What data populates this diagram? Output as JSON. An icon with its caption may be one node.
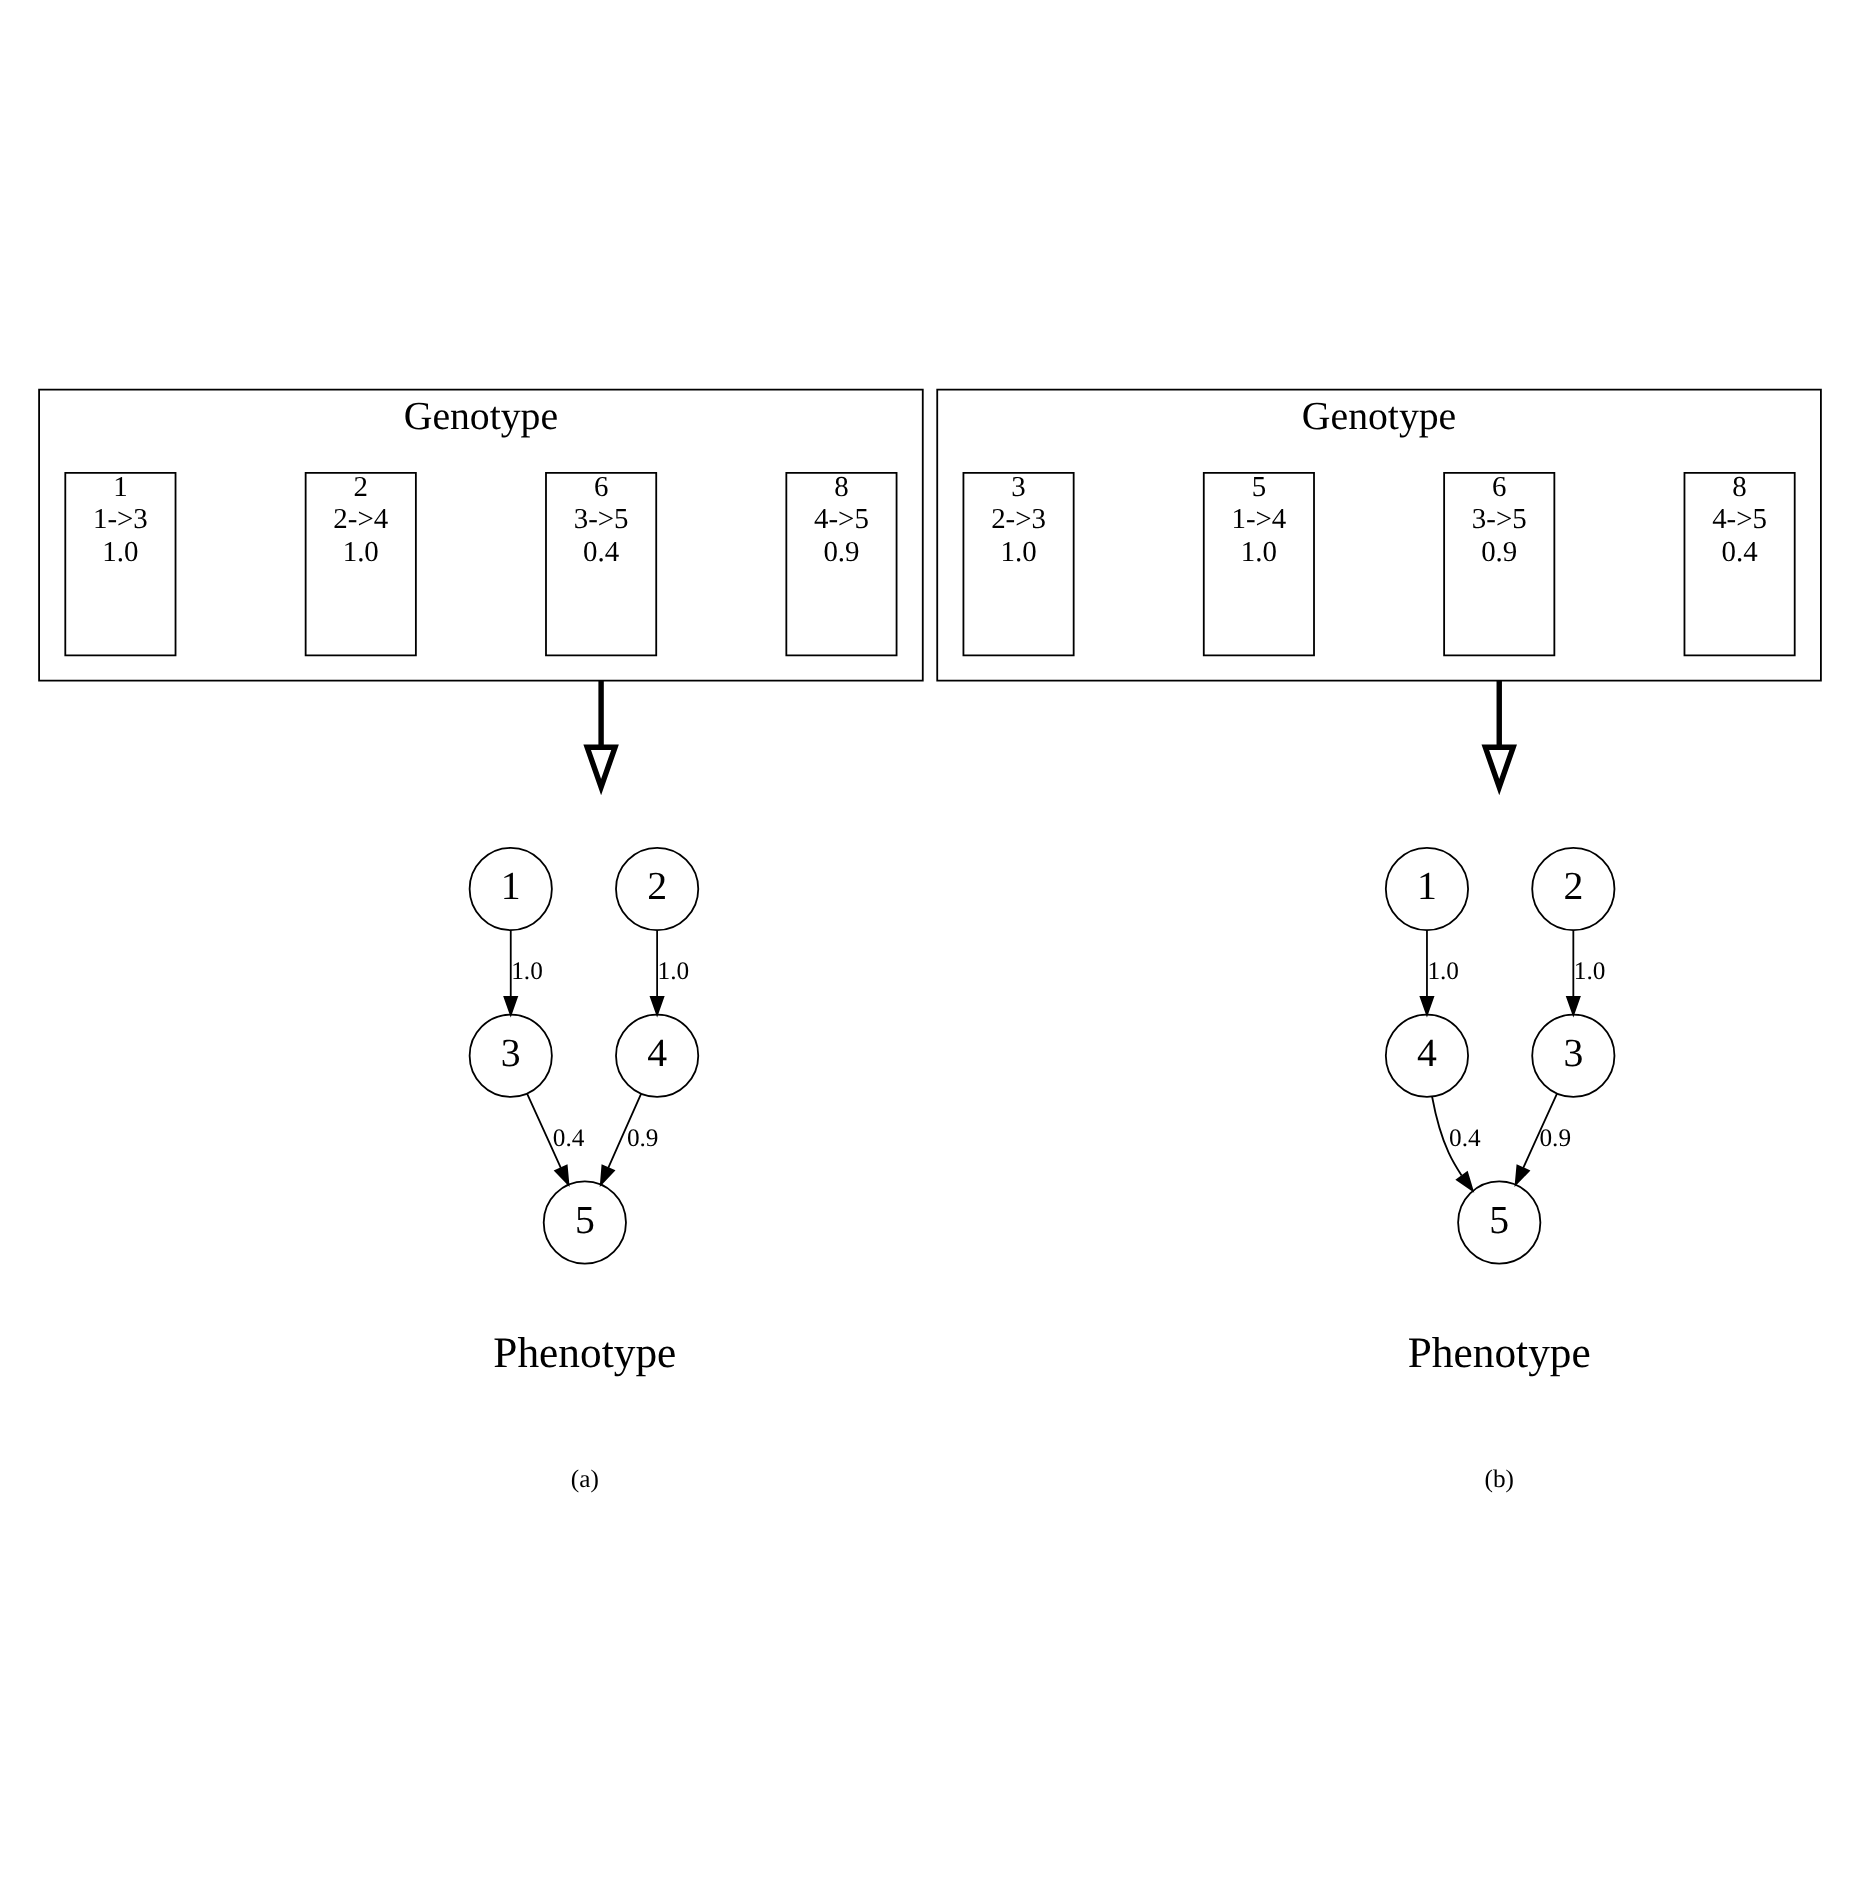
{
  "diagram": {
    "nodes": [
      {
        "text": [
          "Genotype"
        ]
      },
      {
        "text": [
          "1",
          "1->3",
          "1.0"
        ],
        "in": 0
      },
      {
        "text": [
          "2",
          "2->4",
          "1.0"
        ],
        "in": 0
      },
      {
        "text": [
          "6",
          "3->5",
          "0.4"
        ],
        "in": 0
      },
      {
        "text": [
          "8",
          "4->5",
          "0.9"
        ],
        "in": 0
      },
      {
        "text": [
          "1"
        ]
      },
      {
        "text": [
          "2"
        ]
      },
      {
        "text": [
          "3"
        ]
      },
      {
        "text": [
          "4"
        ]
      },
      {
        "text": [
          "5"
        ]
      },
      {
        "text": [
          "Genotype"
        ]
      },
      {
        "text": [
          "3",
          "2->3",
          "1.0"
        ],
        "in": 10
      },
      {
        "text": [
          "5",
          "1->4",
          "1.0"
        ],
        "in": 10
      },
      {
        "text": [
          "6",
          "3->5",
          "0.9"
        ],
        "in": 10
      },
      {
        "text": [
          "8",
          "4->5",
          "0.4"
        ],
        "in": 10
      },
      {
        "text": [
          "1"
        ]
      },
      {
        "text": [
          "2"
        ]
      },
      {
        "text": [
          "4"
        ]
      },
      {
        "text": [
          "3"
        ]
      },
      {
        "text": [
          "5"
        ]
      }
    ],
    "edges": [
      {
        "from": 0,
        "to": null,
        "arrow": "to",
        "style": "thick"
      },
      {
        "from": 5,
        "to": 7,
        "arrow": "to",
        "label": "1.0"
      },
      {
        "from": 6,
        "to": 8,
        "arrow": "to",
        "label": "1.0"
      },
      {
        "from": 7,
        "to": 9,
        "arrow": "to",
        "label": "0.4"
      },
      {
        "from": 8,
        "to": 9,
        "arrow": "to",
        "label": "0.9"
      },
      {
        "from": 10,
        "to": null,
        "arrow": "to",
        "style": "thick"
      },
      {
        "from": 15,
        "to": 17,
        "arrow": "to",
        "label": "1.0"
      },
      {
        "from": 16,
        "to": 18,
        "arrow": "to",
        "label": "1.0"
      },
      {
        "from": 17,
        "to": 19,
        "arrow": "to",
        "label": "0.4"
      },
      {
        "from": 18,
        "to": 19,
        "arrow": "to",
        "label": "0.9"
      }
    ],
    "labels": [
      "Phenotype",
      "Phenotype",
      "(a)",
      "(b)"
    ]
  }
}
